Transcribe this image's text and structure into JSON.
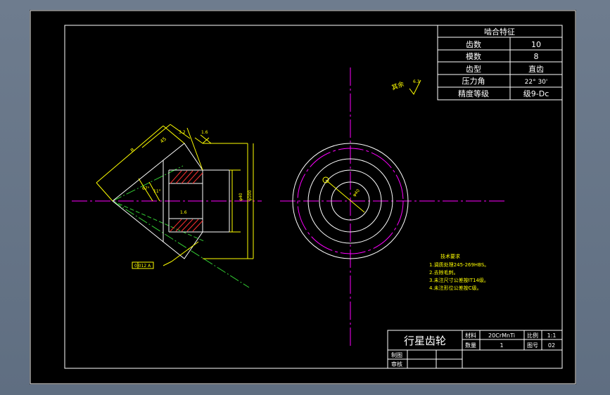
{
  "mesh_table": {
    "title": "啮合特征",
    "rows": [
      {
        "label": "齿数",
        "value": "10"
      },
      {
        "label": "模数",
        "value": "8"
      },
      {
        "label": "齿型",
        "value": "直齿"
      },
      {
        "label": "压力角",
        "value": "22° 30'"
      },
      {
        "label": "精度等级",
        "value": "级9-Dc"
      }
    ]
  },
  "surface_note": "其余",
  "surface_value": "6.3",
  "front_view": {
    "dims": {
      "slant_outer": "B",
      "slant_inner": "45",
      "top_a": "3.2",
      "top_b": "1.6",
      "angle_note": "1.6",
      "inner_dim": "φ40",
      "outer_dim": "φ100",
      "angle1": "67°",
      "angle2": "11°"
    },
    "datum_box": "0.012 A"
  },
  "side_view": {
    "dim_label": "φ40"
  },
  "tech_requirements": {
    "title": "技术要求",
    "items": [
      "1.调质处理245-269HBS。",
      "2.去除毛刺。",
      "3.未注尺寸公差按IT14级。",
      "4.未注形位公差按C级。"
    ]
  },
  "title_block": {
    "part_name": "行星齿轮",
    "material_label": "材料",
    "material_value": "20CrMnTi",
    "scale_label": "比例",
    "scale_value": "1:1",
    "qty_label": "数量",
    "qty_value": "1",
    "drawing_no_label": "图号",
    "drawing_no_value": "02",
    "drawn_label": "制图",
    "checked_label": "审核"
  },
  "colors": {
    "background": "#000000",
    "outline": "#ffffff",
    "dimension": "#ffff00",
    "centerline": "#ff00ff",
    "construction": "#33cc33",
    "hatch": "#ff3030"
  }
}
